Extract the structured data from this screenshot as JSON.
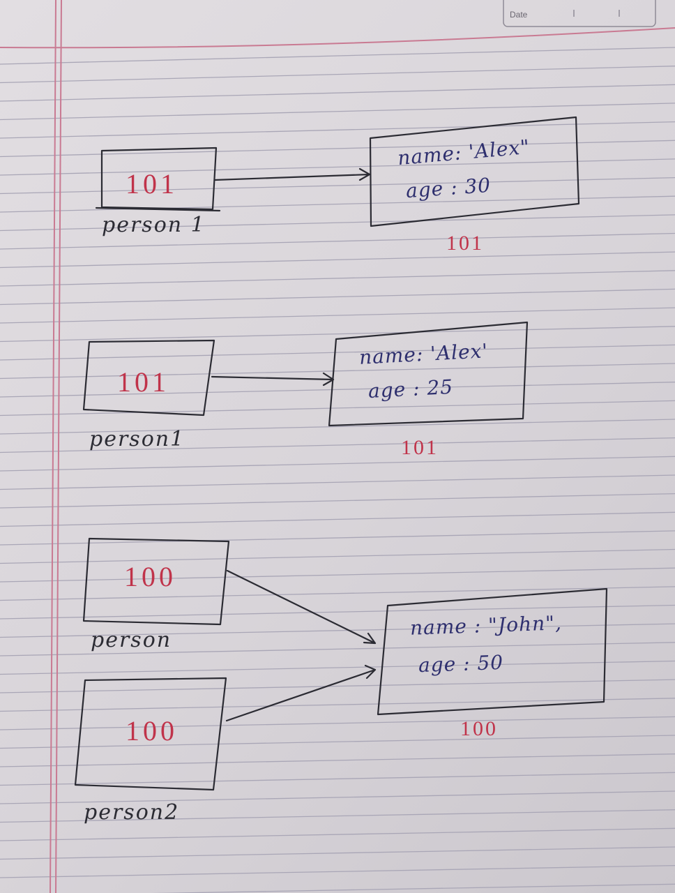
{
  "header": {
    "date_label": "Date"
  },
  "diagrams": [
    {
      "variables": [
        {
          "name": "person 1",
          "value": "101"
        }
      ],
      "object": {
        "name_line": "name: 'Alex\"",
        "age_line": "age : 30",
        "address": "101"
      }
    },
    {
      "variables": [
        {
          "name": "person1",
          "value": "101"
        }
      ],
      "object": {
        "name_line": "name: 'Alex'",
        "age_line": "age : 25",
        "address": "101"
      }
    },
    {
      "variables": [
        {
          "name": "person",
          "value": "100"
        },
        {
          "name": "person2",
          "value": "100"
        }
      ],
      "object": {
        "name_line": "name : \"John\",",
        "age_line": "age : 50",
        "address": "100"
      }
    }
  ],
  "colors": {
    "ink_black": "#2b2b33",
    "ink_blue": "#2e2f6e",
    "ink_red": "#c0334a",
    "rule_line": "#a9a6b6",
    "margin_line": "#c97a92"
  }
}
